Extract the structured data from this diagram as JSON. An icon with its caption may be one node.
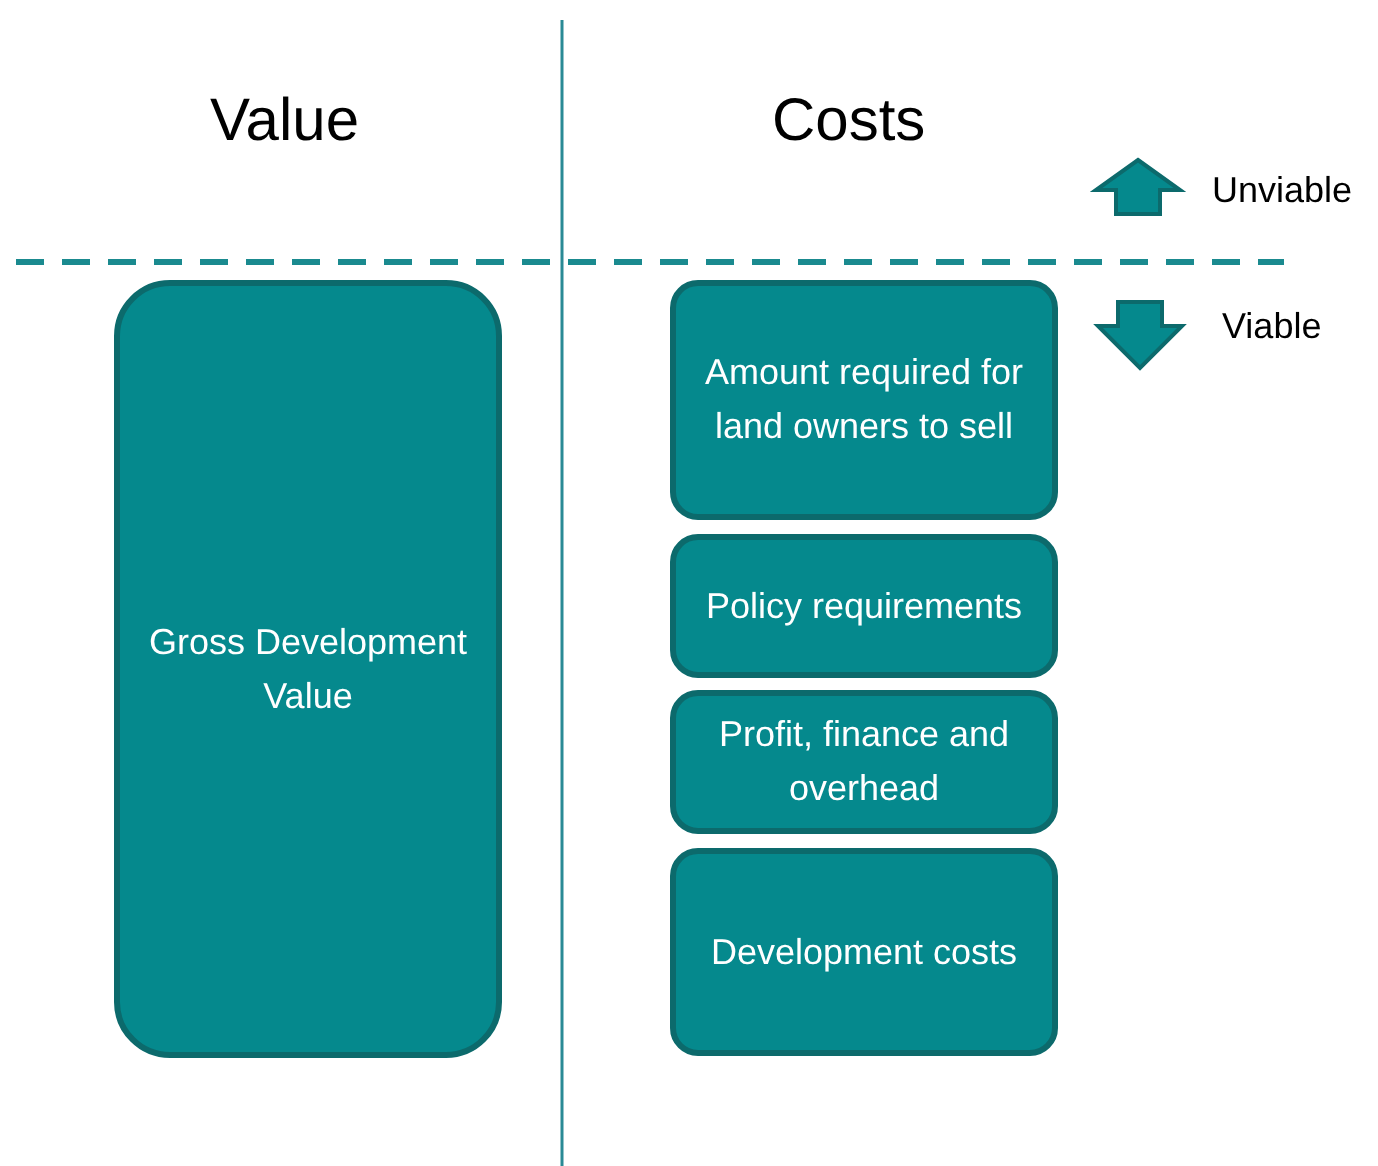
{
  "diagram": {
    "nodes": [
      {
        "text": [
          "Gross Development Value"
        ]
      },
      {
        "text": [
          "Amount required for land owners to sell"
        ]
      },
      {
        "text": [
          "Policy requirements"
        ]
      },
      {
        "text": [
          "Profit, finance and overhead"
        ]
      },
      {
        "text": [
          "Development costs"
        ]
      }
    ],
    "labels": [
      "Value",
      "Costs",
      "Unviable",
      "Viable"
    ]
  }
}
